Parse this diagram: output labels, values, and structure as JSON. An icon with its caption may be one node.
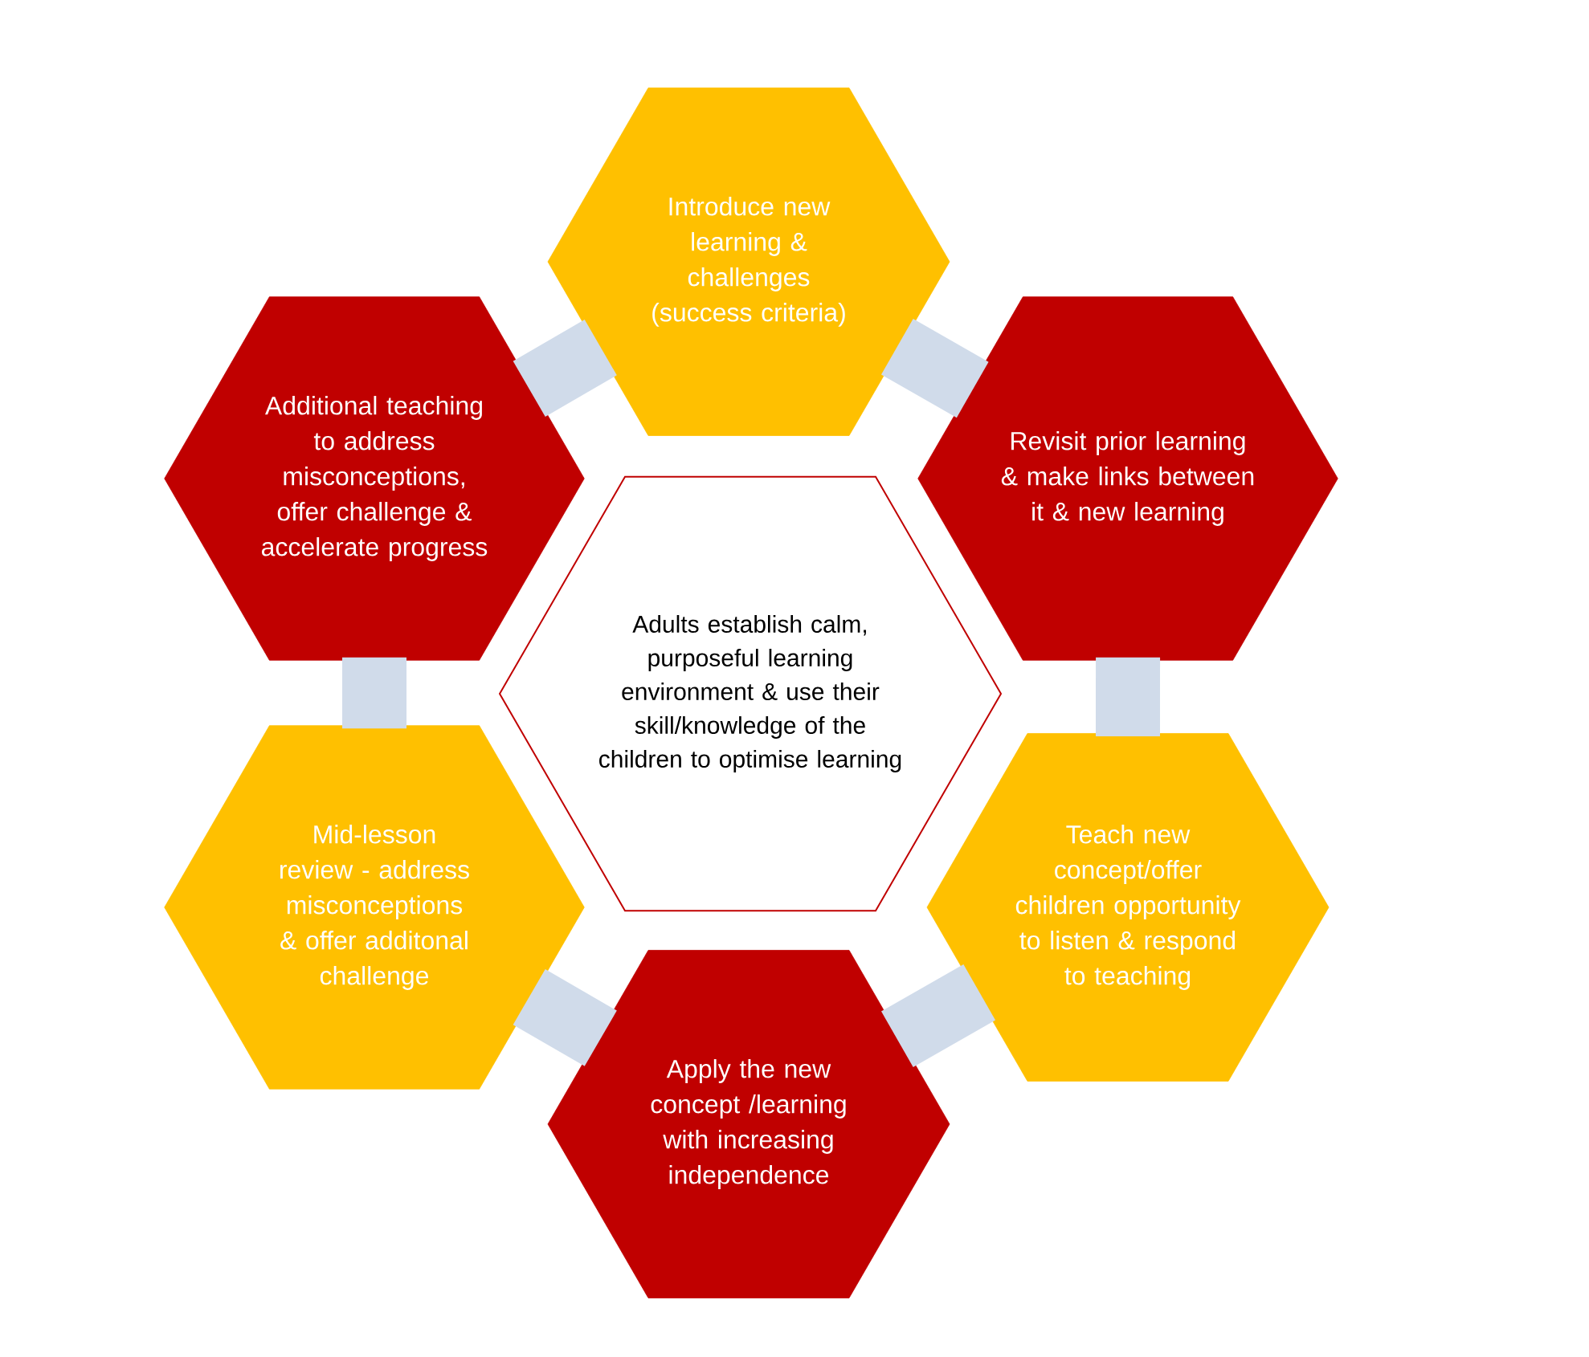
{
  "diagram": {
    "nodes": [
      {
        "text": [
          "Introduce new learning & challenges (success criteria)"
        ]
      },
      {
        "text": [
          "Revisit prior learning & make links between it & new learning"
        ]
      },
      {
        "text": [
          "Teach new concept/offer children opportunity to listen & respond to teaching"
        ]
      },
      {
        "text": [
          "Apply the new concept /learning with increasing independence"
        ]
      },
      {
        "text": [
          "Mid-lesson review - address misconceptions & offer additonal challenge"
        ]
      },
      {
        "text": [
          "Additional teaching to address misconceptions, offer challenge & accelerate progress"
        ]
      },
      {
        "text": [
          "Adults establish calm, purposeful learning environment & use their skill/knowledge of the children to optimise learning"
        ]
      }
    ],
    "edges": [
      {
        "from": 0,
        "to": 1,
        "arrow": "none"
      },
      {
        "from": 1,
        "to": 2,
        "arrow": "none"
      },
      {
        "from": 2,
        "to": 3,
        "arrow": "none"
      },
      {
        "from": 3,
        "to": 4,
        "arrow": "none"
      },
      {
        "from": 4,
        "to": 5,
        "arrow": "none"
      },
      {
        "from": 5,
        "to": 0,
        "arrow": "none"
      }
    ]
  }
}
